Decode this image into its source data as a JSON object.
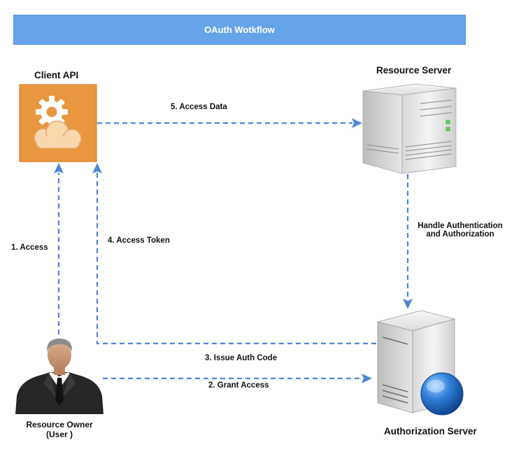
{
  "header": {
    "title": "OAuth Wotkflow"
  },
  "nodes": {
    "client_api": {
      "label": "Client API",
      "icon": "gear-cloud-icon",
      "color": "#e8973f"
    },
    "resource_server": {
      "label": "Resource Server",
      "icon": "server-tower-icon"
    },
    "authorization_server": {
      "label": "Authorization Server",
      "icon": "server-globe-icon"
    },
    "resource_owner": {
      "label_line1": "Resource Owner",
      "label_line2": "(User )",
      "icon": "businessman-icon"
    }
  },
  "edges": {
    "access": "1. Access",
    "grant_access": "2. Grant Access",
    "issue_auth_code": "3. Issue Auth Code",
    "access_token": "4.  Access Token",
    "access_data": "5.  Access Data",
    "handle_auth_line1": "Handle Authentication",
    "handle_auth_line2": "and Authorization"
  },
  "colors": {
    "banner": "#66a4ea",
    "arrow": "#4f86d6"
  }
}
